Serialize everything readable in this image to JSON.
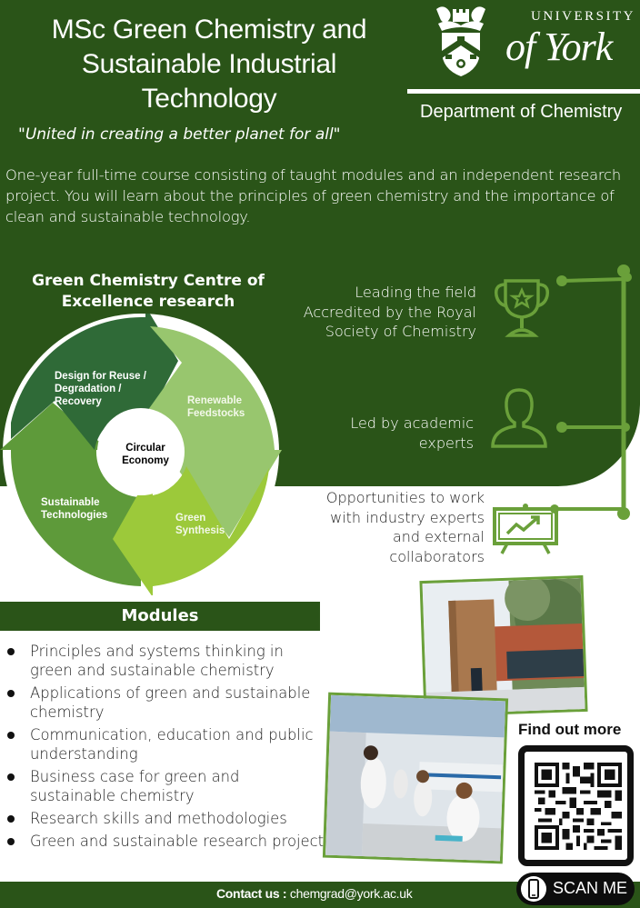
{
  "header": {
    "title_lines": [
      "MSc Green Chemistry and",
      "Sustainable Industrial",
      "Technology"
    ],
    "tagline": "\"United in creating a better planet for all\"",
    "logo": {
      "line1": "UNIVERSITY",
      "line2": "of York",
      "crest_icon": "university-crest-icon"
    },
    "department": "Department of Chemistry"
  },
  "intro": "One-year full-time course consisting of taught modules and an independent research project. You will learn about the principles of green chemistry and the importance of clean and sustainable technology.",
  "cycle": {
    "title_lines": [
      "Green Chemistry Centre of",
      "Excellence research"
    ],
    "center_lines": [
      "Circular",
      "Economy"
    ],
    "segments": [
      {
        "lines": [
          "Design for Reuse /",
          "Degradation /",
          "Recovery"
        ],
        "color": "#2f6a37"
      },
      {
        "lines": [
          "Renewable",
          "Feedstocks"
        ],
        "color": "#98c66e"
      },
      {
        "lines": [
          "Green",
          "Synthesis"
        ],
        "color": "#9cc93a"
      },
      {
        "lines": [
          "Sustainable",
          "Technologies"
        ],
        "color": "#5e9a3a"
      }
    ]
  },
  "features": [
    {
      "lines": [
        "Leading the field",
        "Accredited by the Royal",
        "Society of Chemistry"
      ],
      "icon": "trophy-icon"
    },
    {
      "lines": [
        "Led by academic",
        "experts"
      ],
      "icon": "person-icon"
    },
    {
      "lines": [
        "Opportunities to work",
        "with industry experts",
        "and external",
        "collaborators"
      ],
      "icon": "presentation-chart-icon"
    }
  ],
  "modules": {
    "heading": "Modules",
    "items": [
      "Principles and systems thinking in green and sustainable chemistry",
      "Applications of green and sustainable chemistry",
      "Communication, education and public understanding",
      "Business case for green and sustainable chemistry",
      "Research skills and methodologies",
      "Green and sustainable research project"
    ]
  },
  "photos": [
    {
      "subject": "building-photo"
    },
    {
      "subject": "laboratory-photo"
    }
  ],
  "qr": {
    "heading": "Find out more",
    "button_label": "SCAN ME"
  },
  "footer": {
    "contact_label": "Contact us :",
    "contact_email": "chemgrad@york.ac.uk"
  },
  "colors": {
    "dark_green": "#2a5418",
    "accent_green": "#6aa03a",
    "white": "#ffffff"
  }
}
